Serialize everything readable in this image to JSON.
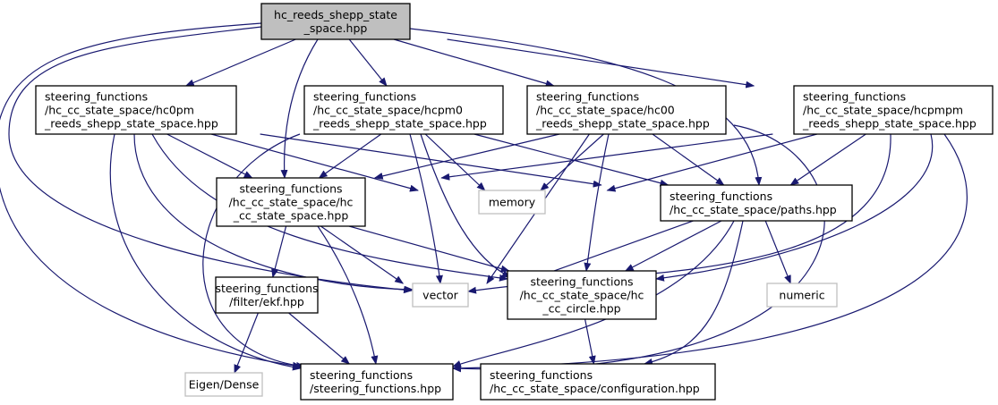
{
  "colors": {
    "edge": "#191970",
    "root_fill": "#bfbfbf",
    "node_border": "#000000",
    "external_border": "#bfbfbf"
  },
  "nodes": [
    {
      "id": "root",
      "kind": "root",
      "lines": [
        "hc_reeds_shepp_state",
        "_space.hpp"
      ]
    },
    {
      "id": "hc0pm",
      "kind": "file",
      "lines": [
        "steering_functions",
        "/hc_cc_state_space/hc0pm",
        "_reeds_shepp_state_space.hpp"
      ]
    },
    {
      "id": "hcpm0",
      "kind": "file",
      "lines": [
        "steering_functions",
        "/hc_cc_state_space/hcpm0",
        "_reeds_shepp_state_space.hpp"
      ]
    },
    {
      "id": "hc00",
      "kind": "file",
      "lines": [
        "steering_functions",
        "/hc_cc_state_space/hc00",
        "_reeds_shepp_state_space.hpp"
      ]
    },
    {
      "id": "hcpmpm",
      "kind": "file",
      "lines": [
        "steering_functions",
        "/hc_cc_state_space/hcpmpm",
        "_reeds_shepp_state_space.hpp"
      ]
    },
    {
      "id": "hccc",
      "kind": "file",
      "lines": [
        "steering_functions",
        "/hc_cc_state_space/hc",
        "_cc_state_space.hpp"
      ]
    },
    {
      "id": "memory",
      "kind": "external",
      "lines": [
        "memory"
      ]
    },
    {
      "id": "paths",
      "kind": "file",
      "lines": [
        "steering_functions",
        "/hc_cc_state_space/paths.hpp"
      ]
    },
    {
      "id": "ekf",
      "kind": "file",
      "lines": [
        "steering_functions",
        "/filter/ekf.hpp"
      ]
    },
    {
      "id": "vector",
      "kind": "external",
      "lines": [
        "vector"
      ]
    },
    {
      "id": "circle",
      "kind": "file",
      "lines": [
        "steering_functions",
        "/hc_cc_state_space/hc",
        "_cc_circle.hpp"
      ]
    },
    {
      "id": "numeric",
      "kind": "external",
      "lines": [
        "numeric"
      ]
    },
    {
      "id": "eigen",
      "kind": "external",
      "lines": [
        "Eigen/Dense"
      ]
    },
    {
      "id": "sf",
      "kind": "file",
      "lines": [
        "steering_functions",
        "/steering_functions.hpp"
      ]
    },
    {
      "id": "config",
      "kind": "file",
      "lines": [
        "steering_functions",
        "/hc_cc_state_space/configuration.hpp"
      ]
    }
  ],
  "edges": [
    [
      "root",
      "hc0pm"
    ],
    [
      "root",
      "hcpm0"
    ],
    [
      "root",
      "hc00"
    ],
    [
      "root",
      "hcpmpm"
    ],
    [
      "root",
      "hccc"
    ],
    [
      "root",
      "paths"
    ],
    [
      "root",
      "vector"
    ],
    [
      "root",
      "sf"
    ],
    [
      "hc0pm",
      "hccc"
    ],
    [
      "hc0pm",
      "memory"
    ],
    [
      "hc0pm",
      "paths"
    ],
    [
      "hc0pm",
      "vector"
    ],
    [
      "hc0pm",
      "sf"
    ],
    [
      "hc0pm",
      "circle"
    ],
    [
      "hcpm0",
      "hccc"
    ],
    [
      "hcpm0",
      "memory"
    ],
    [
      "hcpm0",
      "paths"
    ],
    [
      "hcpm0",
      "vector"
    ],
    [
      "hcpm0",
      "circle"
    ],
    [
      "hcpm0",
      "sf"
    ],
    [
      "hc00",
      "hccc"
    ],
    [
      "hc00",
      "memory"
    ],
    [
      "hc00",
      "paths"
    ],
    [
      "hc00",
      "vector"
    ],
    [
      "hc00",
      "circle"
    ],
    [
      "hc00",
      "sf"
    ],
    [
      "hcpmpm",
      "hccc"
    ],
    [
      "hcpmpm",
      "memory"
    ],
    [
      "hcpmpm",
      "paths"
    ],
    [
      "hcpmpm",
      "vector"
    ],
    [
      "hcpmpm",
      "circle"
    ],
    [
      "hcpmpm",
      "sf"
    ],
    [
      "hccc",
      "ekf"
    ],
    [
      "hccc",
      "vector"
    ],
    [
      "hccc",
      "circle"
    ],
    [
      "hccc",
      "sf"
    ],
    [
      "paths",
      "vector"
    ],
    [
      "paths",
      "circle"
    ],
    [
      "paths",
      "numeric"
    ],
    [
      "paths",
      "sf"
    ],
    [
      "paths",
      "config"
    ],
    [
      "ekf",
      "eigen"
    ],
    [
      "ekf",
      "sf"
    ],
    [
      "circle",
      "config"
    ]
  ]
}
